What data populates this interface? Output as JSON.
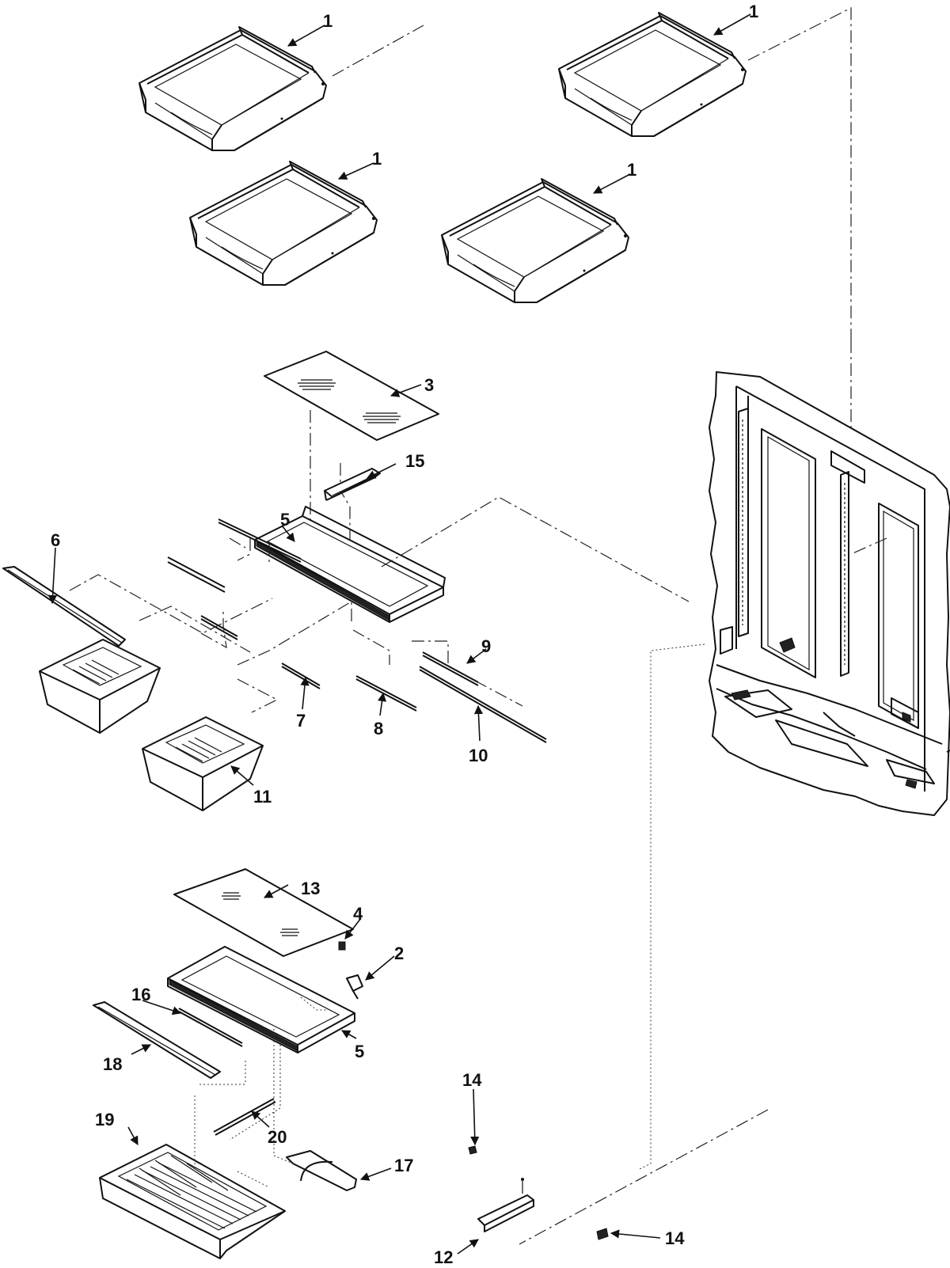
{
  "callouts": [
    {
      "id": "c1a",
      "text": "1"
    },
    {
      "id": "c1b",
      "text": "1"
    },
    {
      "id": "c1c",
      "text": "1"
    },
    {
      "id": "c1d",
      "text": "1"
    },
    {
      "id": "c3",
      "text": "3"
    },
    {
      "id": "c15",
      "text": "15"
    },
    {
      "id": "c5a",
      "text": "5"
    },
    {
      "id": "c6",
      "text": "6"
    },
    {
      "id": "c9",
      "text": "9"
    },
    {
      "id": "c7",
      "text": "7"
    },
    {
      "id": "c8",
      "text": "8"
    },
    {
      "id": "c10",
      "text": "10"
    },
    {
      "id": "c11",
      "text": "11"
    },
    {
      "id": "c13",
      "text": "13"
    },
    {
      "id": "c4",
      "text": "4"
    },
    {
      "id": "c2",
      "text": "2"
    },
    {
      "id": "c16",
      "text": "16"
    },
    {
      "id": "c5b",
      "text": "5"
    },
    {
      "id": "c18",
      "text": "18"
    },
    {
      "id": "c14a",
      "text": "14"
    },
    {
      "id": "c19",
      "text": "19"
    },
    {
      "id": "c20",
      "text": "20"
    },
    {
      "id": "c17",
      "text": "17"
    },
    {
      "id": "c14b",
      "text": "14"
    },
    {
      "id": "c12",
      "text": "12"
    }
  ]
}
